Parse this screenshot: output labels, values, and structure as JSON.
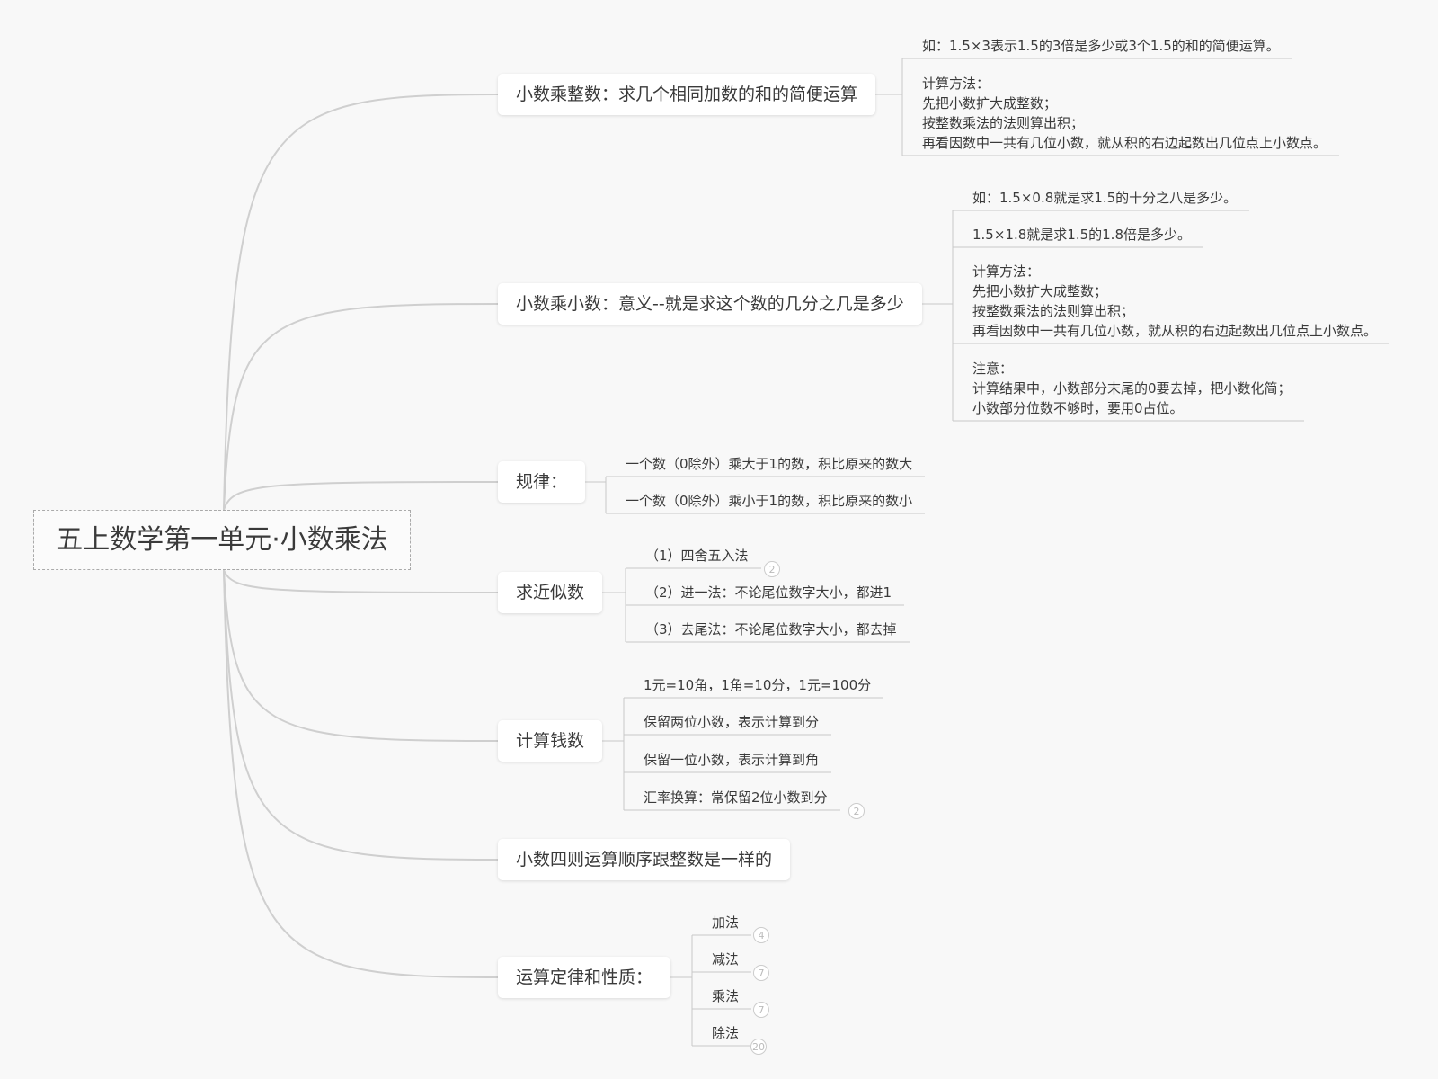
{
  "root": {
    "title": "五上数学第一单元·小数乘法"
  },
  "branches": [
    {
      "label": "小数乘整数：求几个相同加数的和的简便运算",
      "notes": [
        {
          "lines": [
            "如：1.5×3表示1.5的3倍是多少或3个1.5的和的简便运算。"
          ]
        },
        {
          "lines": [
            "计算方法：",
            "先把小数扩大成整数；",
            "按整数乘法的法则算出积；",
            "再看因数中一共有几位小数，就从积的右边起数出几位点上小数点。"
          ]
        }
      ]
    },
    {
      "label": "小数乘小数：意义--就是求这个数的几分之几是多少",
      "notes": [
        {
          "lines": [
            "如：1.5×0.8就是求1.5的十分之八是多少。"
          ]
        },
        {
          "lines": [
            "1.5×1.8就是求1.5的1.8倍是多少。"
          ]
        },
        {
          "lines": [
            "计算方法：",
            "先把小数扩大成整数；",
            "按整数乘法的法则算出积；",
            "再看因数中一共有几位小数，就从积的右边起数出几位点上小数点。"
          ]
        },
        {
          "lines": [
            "注意：",
            "计算结果中，小数部分末尾的0要去掉，把小数化简；",
            "小数部分位数不够时，要用0占位。"
          ]
        }
      ]
    },
    {
      "label": "规律：",
      "notes": [
        {
          "lines": [
            "一个数（0除外）乘大于1的数，积比原来的数大"
          ]
        },
        {
          "lines": [
            "一个数（0除外）乘小于1的数，积比原来的数小"
          ]
        }
      ]
    },
    {
      "label": "求近似数",
      "notes": [
        {
          "lines": [
            "（1）四舍五入法"
          ],
          "badge": "2"
        },
        {
          "lines": [
            "（2）进一法：不论尾位数字大小，都进1"
          ]
        },
        {
          "lines": [
            "（3）去尾法：不论尾位数字大小，都去掉"
          ]
        }
      ]
    },
    {
      "label": "计算钱数",
      "notes": [
        {
          "lines": [
            "1元=10角，1角=10分，1元=100分"
          ]
        },
        {
          "lines": [
            "保留两位小数，表示计算到分"
          ]
        },
        {
          "lines": [
            "保留一位小数，表示计算到角"
          ]
        },
        {
          "lines": [
            "汇率换算：常保留2位小数到分"
          ],
          "badge": "2"
        }
      ]
    },
    {
      "label": "小数四则运算顺序跟整数是一样的",
      "notes": []
    },
    {
      "label": "运算定律和性质：",
      "notes": [
        {
          "lines": [
            "加法"
          ],
          "badge": "4"
        },
        {
          "lines": [
            "减法"
          ],
          "badge": "7"
        },
        {
          "lines": [
            "乘法"
          ],
          "badge": "7"
        },
        {
          "lines": [
            "除法"
          ],
          "badge": "20"
        }
      ]
    }
  ]
}
